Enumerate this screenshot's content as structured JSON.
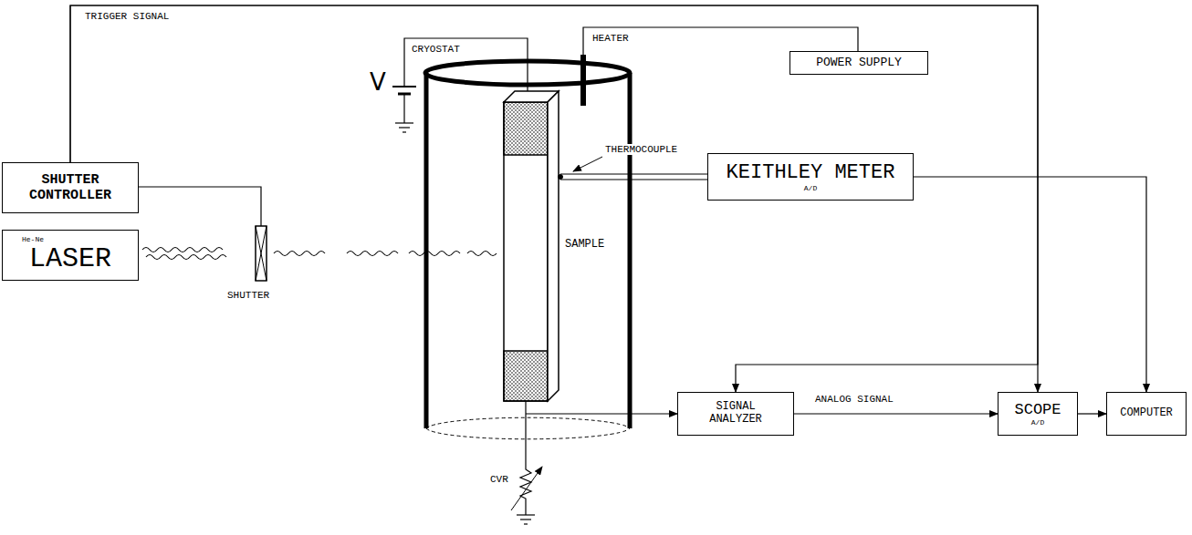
{
  "diagram": {
    "nodes": [
      {
        "text": [
          "SHUTTER CONTROLLER"
        ]
      },
      {
        "text": [
          "He-Ne",
          "LASER"
        ]
      },
      {
        "text": [
          "POWER SUPPLY"
        ]
      },
      {
        "text": [
          "KEITHLEY METER",
          "A/D"
        ]
      },
      {
        "text": [
          "SIGNAL ANALYZER"
        ]
      },
      {
        "text": [
          "SCOPE",
          "A/D"
        ]
      },
      {
        "text": [
          "COMPUTER"
        ]
      }
    ],
    "edges": [
      {
        "from": 0,
        "to": 5,
        "arrow": "to",
        "label": "TRIGGER SIGNAL"
      },
      {
        "from": 0,
        "to": 4,
        "arrow": "to"
      },
      {
        "from": 3,
        "to": 6,
        "arrow": "to"
      },
      {
        "from": 4,
        "to": 5,
        "arrow": "to",
        "label": "ANALOG SIGNAL"
      },
      {
        "from": 5,
        "to": 6,
        "arrow": "to"
      }
    ],
    "labels": [
      "CRYOSTAT",
      "HEATER",
      "THERMOCOUPLE",
      "V",
      "SAMPLE",
      "SHUTTER",
      "CVR"
    ]
  }
}
